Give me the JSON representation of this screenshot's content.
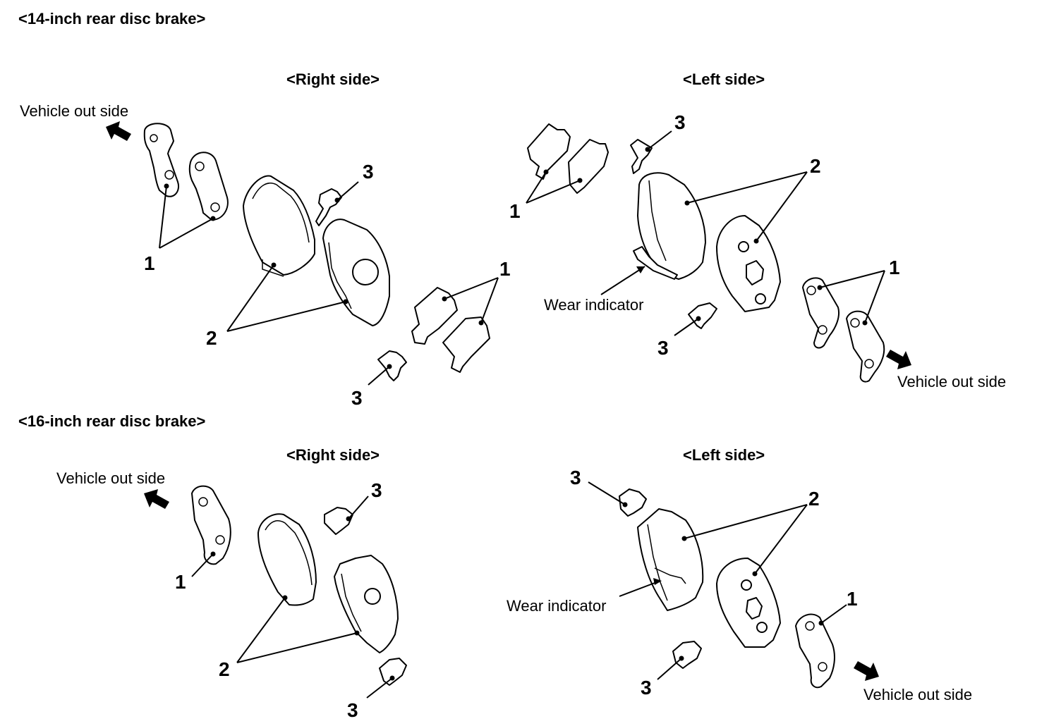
{
  "sections": [
    {
      "title": "<14-inch rear disc brake>",
      "right": {
        "title": "<Right side>",
        "vehicle_out": "Vehicle out side",
        "callouts": {
          "shim_outer": "1",
          "pads": "2",
          "clip_upper": "3",
          "shim_inner": "1",
          "clip_lower": "3"
        }
      },
      "left": {
        "title": "<Left side>",
        "vehicle_out": "Vehicle out side",
        "wear_indicator": "Wear indicator",
        "callouts": {
          "shim_inner": "1",
          "clip_upper": "3",
          "pads": "2",
          "shim_outer": "1",
          "clip_lower": "3"
        }
      }
    },
    {
      "title": "<16-inch rear disc brake>",
      "right": {
        "title": "<Right side>",
        "vehicle_out": "Vehicle out side",
        "callouts": {
          "shim": "1",
          "clip_upper": "3",
          "pads": "2",
          "clip_lower": "3"
        }
      },
      "left": {
        "title": "<Left side>",
        "vehicle_out": "Vehicle out side",
        "wear_indicator": "Wear indicator",
        "callouts": {
          "clip_upper": "3",
          "pads": "2",
          "shim": "1",
          "clip_lower": "3"
        }
      }
    }
  ]
}
